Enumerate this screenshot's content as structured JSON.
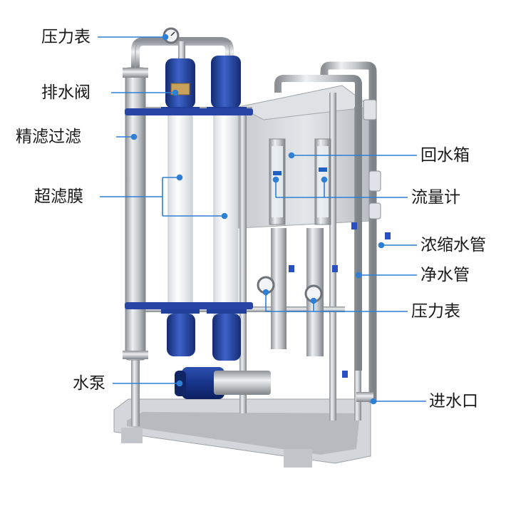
{
  "labels": {
    "pressure_gauge_top": "压力表",
    "drain_valve": "排水阀",
    "precision_filter": "精滤过滤",
    "uf_membrane": "超滤膜",
    "water_pump": "水泵",
    "return_tank": "回水箱",
    "flowmeter": "流量计",
    "concentrate_pipe": "浓缩水管",
    "clean_water_pipe": "净水管",
    "pressure_gauge_bottom": "压力表",
    "water_inlet": "进水口"
  },
  "colors": {
    "steel": "#c9ccd0",
    "steel_dark": "#8d9196",
    "membrane_white": "#f4f6f8",
    "end_cap_blue": "#1f3f9a",
    "leader_line": "#2f7fd6",
    "label_text": "#1a1a1a"
  }
}
